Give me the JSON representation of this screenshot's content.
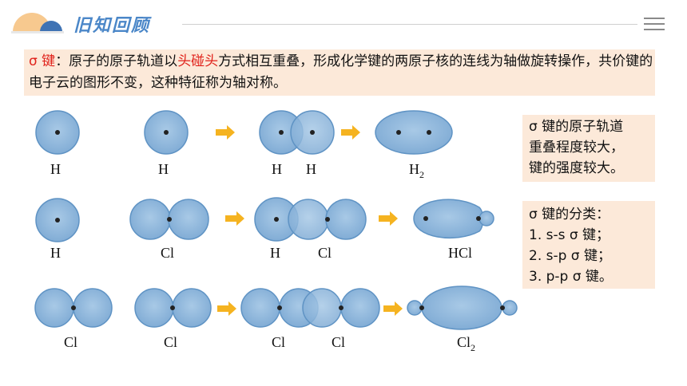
{
  "header": {
    "title": "旧知回顾"
  },
  "definition": {
    "prefix": "σ 键",
    "part1": "：原子的原子轨道以",
    "highlight": "头碰头",
    "part2": "方式相互重叠，形成化学键的两原子核的连线为轴做旋转操作，共价键的电子云的图形不变，这种特征称为轴对称。"
  },
  "diagram": {
    "row1": {
      "h1": "H",
      "h2": "H",
      "h3": "H",
      "h4": "H",
      "product": "H",
      "product_sub": "2"
    },
    "row2": {
      "h": "H",
      "cl": "Cl",
      "h2": "H",
      "cl2": "Cl",
      "product": "HCl"
    },
    "row3": {
      "cl1": "Cl",
      "cl2": "Cl",
      "cl3": "Cl",
      "cl4": "Cl",
      "product": "Cl",
      "product_sub": "2"
    }
  },
  "sidebox1": {
    "lines": [
      "σ 键的原子轨道",
      "重叠程度较大，",
      "键的强度较大。"
    ]
  },
  "sidebox2": {
    "title": "σ 键的分类：",
    "items": [
      "1.   s-s σ 键；",
      "2.   s-p σ 键；",
      "3.   p-p σ 键。"
    ]
  },
  "colors": {
    "orbital_fill": "#8fb8dc",
    "orbital_stroke": "#5f93c4",
    "arrow": "#f5b320",
    "box_bg": "#fce9d9",
    "accent_red": "#e0211a",
    "title_blue": "#4b87c8"
  }
}
